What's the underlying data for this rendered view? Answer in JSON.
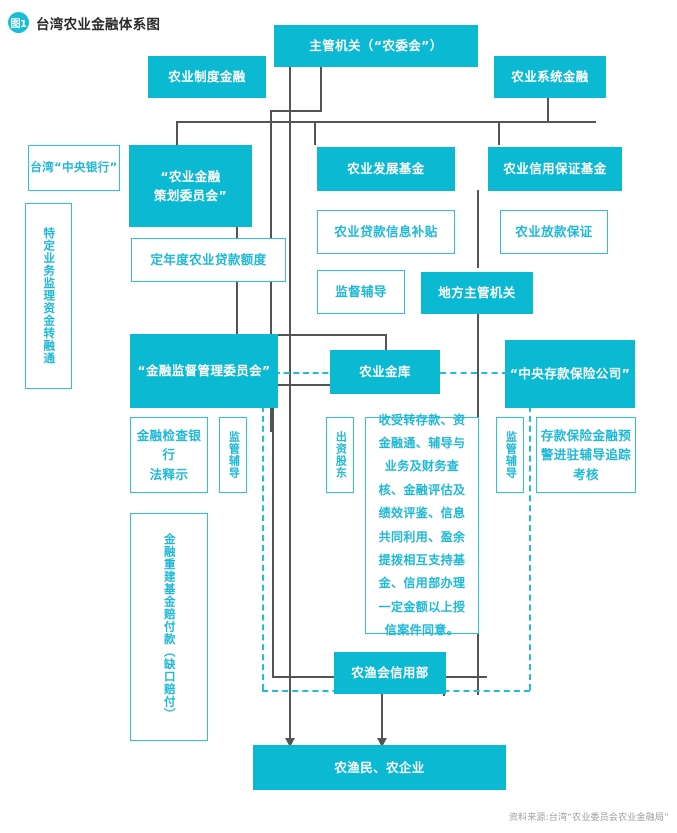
{
  "header": {
    "badge": "图1",
    "title": "台湾农业金融体系图"
  },
  "nodes": {
    "agri_system_finance": "农业制度金融",
    "competent_authority": "主管机关（“农委会”）",
    "agri_system_banking": "农业系统金融",
    "central_bank": "台湾“中央银行”",
    "agri_finance_committee": "“农业金融\n策划委员会”",
    "agri_finance_committee_l1": "“农业金融",
    "agri_finance_committee_l2": "策划委员会”",
    "agri_development_fund": "农业发展基金",
    "agri_credit_guarantee_fund": "农业信用保证基金",
    "special_business_supervision": "特定业务监理资金转融通",
    "annual_loan_quota": "定年度农业贷款额度",
    "agri_loan_interest_subsidy": "农业贷款信息补贴",
    "agri_loan_guarantee": "农业放款保证",
    "supervision_guidance_left": "监督辅导",
    "local_authority": "地方主管机关",
    "fsc": "“金融监督管理委员会”",
    "agri_bank": "农业金库",
    "cdic": "“中央存款保险公司”",
    "financial_inspection": "金融检查银行\n法释示",
    "financial_inspection_l1": "金融检查银行",
    "financial_inspection_l2": "法释示",
    "supervision_guidance_mid": "监管辅导",
    "capital_shareholder": "出资股东",
    "big_text": "收受转存款、资金融通、辅导与业务及财务查核、金融评估及绩效评鉴、信息共同利用、盈余提拨相互支持基金、信用部办理一定金额以上授信案件同意。",
    "supervision_guidance_right": "监管辅导",
    "deposit_insurance_warning": "存款保险金融预警进驻辅导追踪考核",
    "financial_restructuring_fund": "金融重建基金赔付款（缺口赔付）",
    "farmers_fishermen_credit_dept": "农渔会信用部",
    "end_users": "农渔民、农企业"
  },
  "footer": {
    "source": "资料来源:台湾“农业委员会农业金融局”"
  },
  "colors": {
    "accent": "#0cb9d2",
    "outline": "#2ec3dd",
    "line": "#545454",
    "dashed": "#22bcd8",
    "title": "#2b2b2b",
    "source": "#9d9d9d"
  }
}
